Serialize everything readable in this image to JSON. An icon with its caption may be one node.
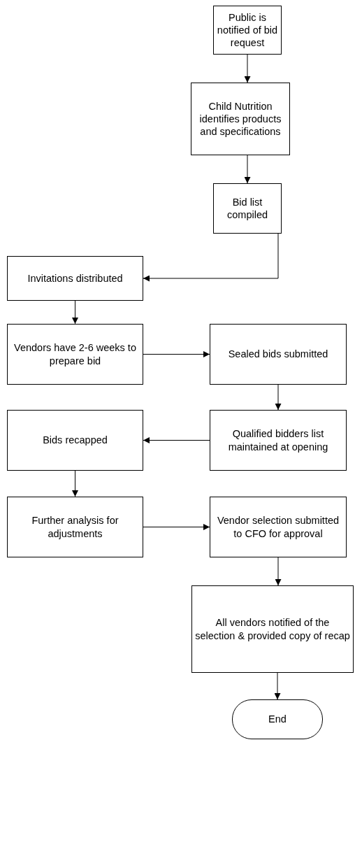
{
  "diagram": {
    "nodes": [
      {
        "text": [
          "Public is notified of bid request"
        ]
      },
      {
        "text": [
          "Child Nutrition identifies products and specifications"
        ]
      },
      {
        "text": [
          "Bid list compiled"
        ]
      },
      {
        "text": [
          "Invitations distributed"
        ]
      },
      {
        "text": [
          "Vendors have 2-6 weeks to prepare bid"
        ]
      },
      {
        "text": [
          "Sealed bids submitted"
        ]
      },
      {
        "text": [
          "Qualified bidders list maintained at opening"
        ]
      },
      {
        "text": [
          "Bids recapped"
        ]
      },
      {
        "text": [
          "Further analysis for adjustments"
        ]
      },
      {
        "text": [
          "Vendor selection submitted to CFO for approval"
        ]
      },
      {
        "text": [
          "All vendors notified of the selection & provided copy of recap"
        ]
      },
      {
        "text": [
          "End"
        ]
      }
    ],
    "edges": [
      {
        "from": 0,
        "to": 1,
        "arrow": "to"
      },
      {
        "from": 1,
        "to": 2,
        "arrow": "to"
      },
      {
        "from": 2,
        "to": 3,
        "arrow": "to"
      },
      {
        "from": 3,
        "to": 4,
        "arrow": "to"
      },
      {
        "from": 4,
        "to": 5,
        "arrow": "to"
      },
      {
        "from": 5,
        "to": 6,
        "arrow": "to"
      },
      {
        "from": 6,
        "to": 7,
        "arrow": "to"
      },
      {
        "from": 7,
        "to": 8,
        "arrow": "to"
      },
      {
        "from": 8,
        "to": 9,
        "arrow": "to"
      },
      {
        "from": 9,
        "to": 10,
        "arrow": "to"
      },
      {
        "from": 10,
        "to": 11,
        "arrow": "to"
      }
    ]
  }
}
